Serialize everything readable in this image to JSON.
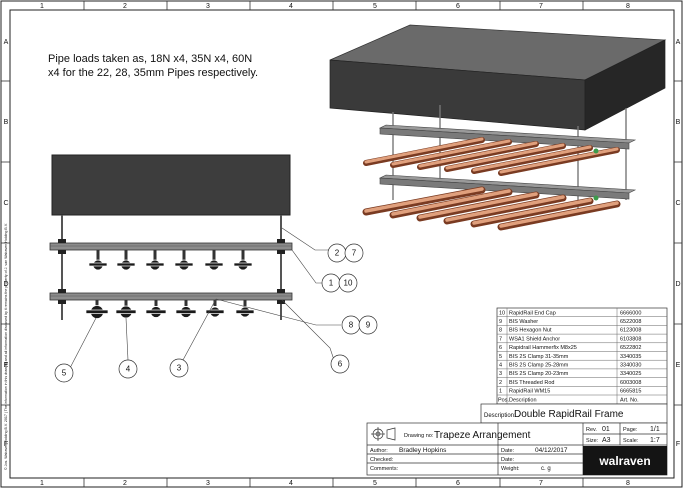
{
  "frame": {
    "columns": [
      "1",
      "2",
      "3",
      "4",
      "5",
      "6",
      "7",
      "8"
    ],
    "rows": [
      "A",
      "B",
      "C",
      "D",
      "E",
      "F"
    ],
    "side_note": "© Jos. Walraven Holding B.V. 2017 | The information in this drawing and all information disclosed by it remains the property of J. van Walraven Holding B.V."
  },
  "note": {
    "line1": "Pipe loads taken as, 18N x4, 35N x4, 60N",
    "line2": "x4 for the 22, 28, 35mm Pipes respectively."
  },
  "balloons": [
    "2",
    "7",
    "1",
    "10",
    "8",
    "9",
    "5",
    "4",
    "3",
    "6"
  ],
  "bom": {
    "header_pos": "Pos.",
    "header_desc": "Description",
    "header_art": "Art. No.",
    "rows": [
      {
        "pos": "10",
        "desc": "RapidRail End Cap",
        "art": "6666000"
      },
      {
        "pos": "9",
        "desc": "BIS Washer",
        "art": "6522008"
      },
      {
        "pos": "8",
        "desc": "BIS Hexagon Nut",
        "art": "6123008"
      },
      {
        "pos": "7",
        "desc": "WSA1 Shield Anchor",
        "art": "6103808"
      },
      {
        "pos": "6",
        "desc": "Rapidrail Hammerfix M8x25",
        "art": "6522802"
      },
      {
        "pos": "5",
        "desc": "BIS 2S Clamp 31-35mm",
        "art": "3340035"
      },
      {
        "pos": "4",
        "desc": "BIS 2S Clamp 25-28mm",
        "art": "3340030"
      },
      {
        "pos": "3",
        "desc": "BIS 2S Clamp 20-23mm",
        "art": "3340025"
      },
      {
        "pos": "2",
        "desc": "BIS Threaded Rod",
        "art": "6003008"
      },
      {
        "pos": "1",
        "desc": "RapidRail WM15",
        "art": "6665815"
      }
    ]
  },
  "title_block": {
    "description_label": "Description:",
    "description": "Double RapidRail Frame",
    "drawing_no_label": "Drawing no:",
    "drawing_no": "Trapeze Arrangement",
    "rev_label": "Rev.",
    "rev": "01",
    "page_label": "Page:",
    "page": "1/1",
    "size_label": "Size:",
    "size": "A3",
    "scale_label": "Scale:",
    "scale": "1:7",
    "author_label": "Author:",
    "author": "Bradley Hopkins",
    "date_label": "Date:",
    "date": "04/12/2017",
    "checked_label": "Checked:",
    "date2_label": "Date:",
    "comments_label": "Comments:",
    "weight_label": "Weight:",
    "weight_unit": "c. g",
    "brand": "walraven"
  }
}
